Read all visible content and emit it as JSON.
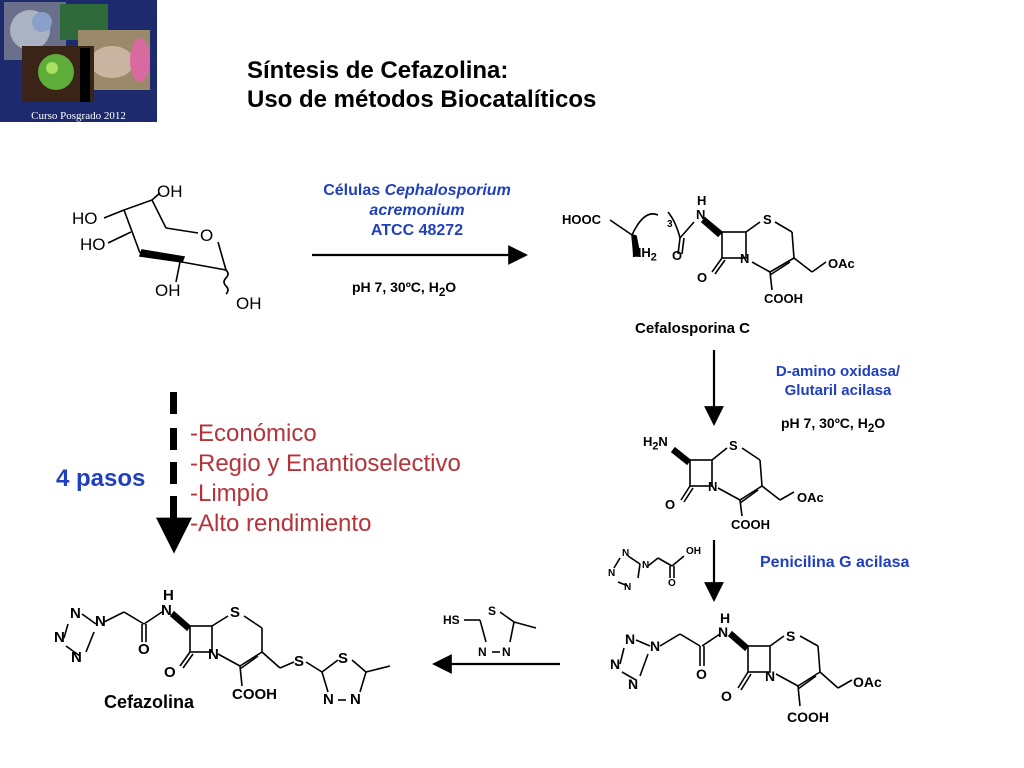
{
  "logo": {
    "caption": "Curso Posgrado 2012"
  },
  "title": {
    "line1": "Síntesis de Cefazolina:",
    "line2": "Uso de métodos Biocatalíticos"
  },
  "step1": {
    "reagent_prefix": "Células ",
    "organism_line1": "Cephalosporium",
    "organism_line2": "acremonium",
    "strain": "ATCC 48272",
    "cond_prefix": "pH 7, 30ºC, H",
    "cond_sub": "2",
    "cond_suffix": "O"
  },
  "glucose": {
    "oh_top": "OH",
    "ho_1": "HO",
    "ho_2": "HO",
    "ring_o": "O",
    "oh_bottom": "OH",
    "oh_anomeric": "OH"
  },
  "cephC": {
    "name": "Cefalosporina C",
    "hooc": "HOOC",
    "n3": "3",
    "nh2_main": "NH",
    "nh2_sub": "2",
    "amide_o": "O",
    "h": "H",
    "n": "N",
    "s": "S",
    "ring_n": "N",
    "lactam_o": "O",
    "cooh": "COOH",
    "oac": "OAc"
  },
  "step2": {
    "enzyme_line1": "D-amino oxidasa/",
    "enzyme_line2": "Glutaril acilasa",
    "cond_prefix": "pH 7, 30ºC, H",
    "cond_sub": "2",
    "cond_suffix": "O"
  },
  "aca": {
    "h2n_main": "H",
    "h2n_sub": "2",
    "h2n_n": "N",
    "s": "S",
    "ring_n": "N",
    "lactam_o": "O",
    "cooh": "COOH",
    "oac": "OAc"
  },
  "tetrazole_acid": {
    "n1": "N",
    "n2": "N",
    "n3": "N",
    "n4": "N",
    "oh": "OH",
    "o": "O"
  },
  "step3": {
    "enzyme": "Penicilina G acilasa"
  },
  "intermediate": {
    "tz_n1": "N",
    "tz_n2": "N",
    "tz_n3": "N",
    "tz_n4": "N",
    "amide_o": "O",
    "h": "H",
    "n": "N",
    "s": "S",
    "ring_n": "N",
    "lactam_o": "O",
    "cooh": "COOH",
    "oac": "OAc"
  },
  "thiadiazole": {
    "hs": "HS",
    "s": "S",
    "n1": "N",
    "n2": "N"
  },
  "cefazolin": {
    "name": "Cefazolina",
    "tz_n1": "N",
    "tz_n2": "N",
    "tz_n3": "N",
    "tz_n4": "N",
    "amide_o": "O",
    "h": "H",
    "n": "N",
    "s": "S",
    "ring_n": "N",
    "lactam_o": "O",
    "cooh": "COOH",
    "link_s": "S",
    "td_s": "S",
    "td_n1": "N",
    "td_n2": "N"
  },
  "summary": {
    "steps": "4 pasos",
    "points": [
      "-Económico",
      "-Regio y Enantioselectivo",
      "-Limpio",
      "-Alto rendimiento"
    ]
  },
  "colors": {
    "blue": "#1f3fbf",
    "red": "#b5333a",
    "logo_bg": "#1d2a6e"
  }
}
